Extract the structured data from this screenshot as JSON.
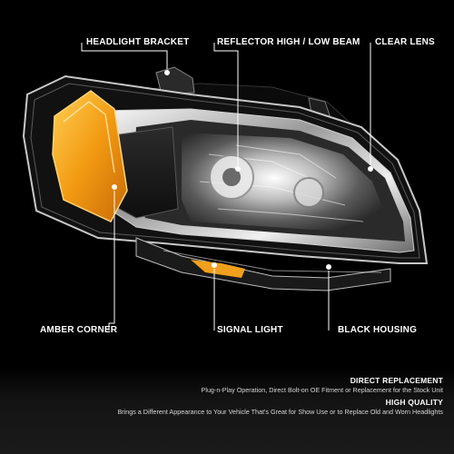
{
  "callouts": {
    "headlight_bracket": "HEADLIGHT BRACKET",
    "reflector": "REFLECTOR HIGH / LOW BEAM",
    "clear_lens": "CLEAR LENS",
    "amber_corner": "AMBER CORNER",
    "signal_light": "SIGNAL LIGHT",
    "black_housing": "BLACK HOUSING"
  },
  "features": [
    {
      "title": "DIRECT REPLACEMENT",
      "desc": "Plug-n-Play Operation, Direct Bolt-on OE Fitment or Replacement for the Stock Unit"
    },
    {
      "title": "HIGH QUALITY",
      "desc": "Brings a Different Appearance to Your Vehicle That's Great for Show Use or to Replace Old and Worn Headlights"
    }
  ],
  "colors": {
    "background": "#000000",
    "amber": "#f0a01c",
    "chrome": "#e8e8e8",
    "housing": "#1c1c1c",
    "callout_line": "#ffffff"
  }
}
